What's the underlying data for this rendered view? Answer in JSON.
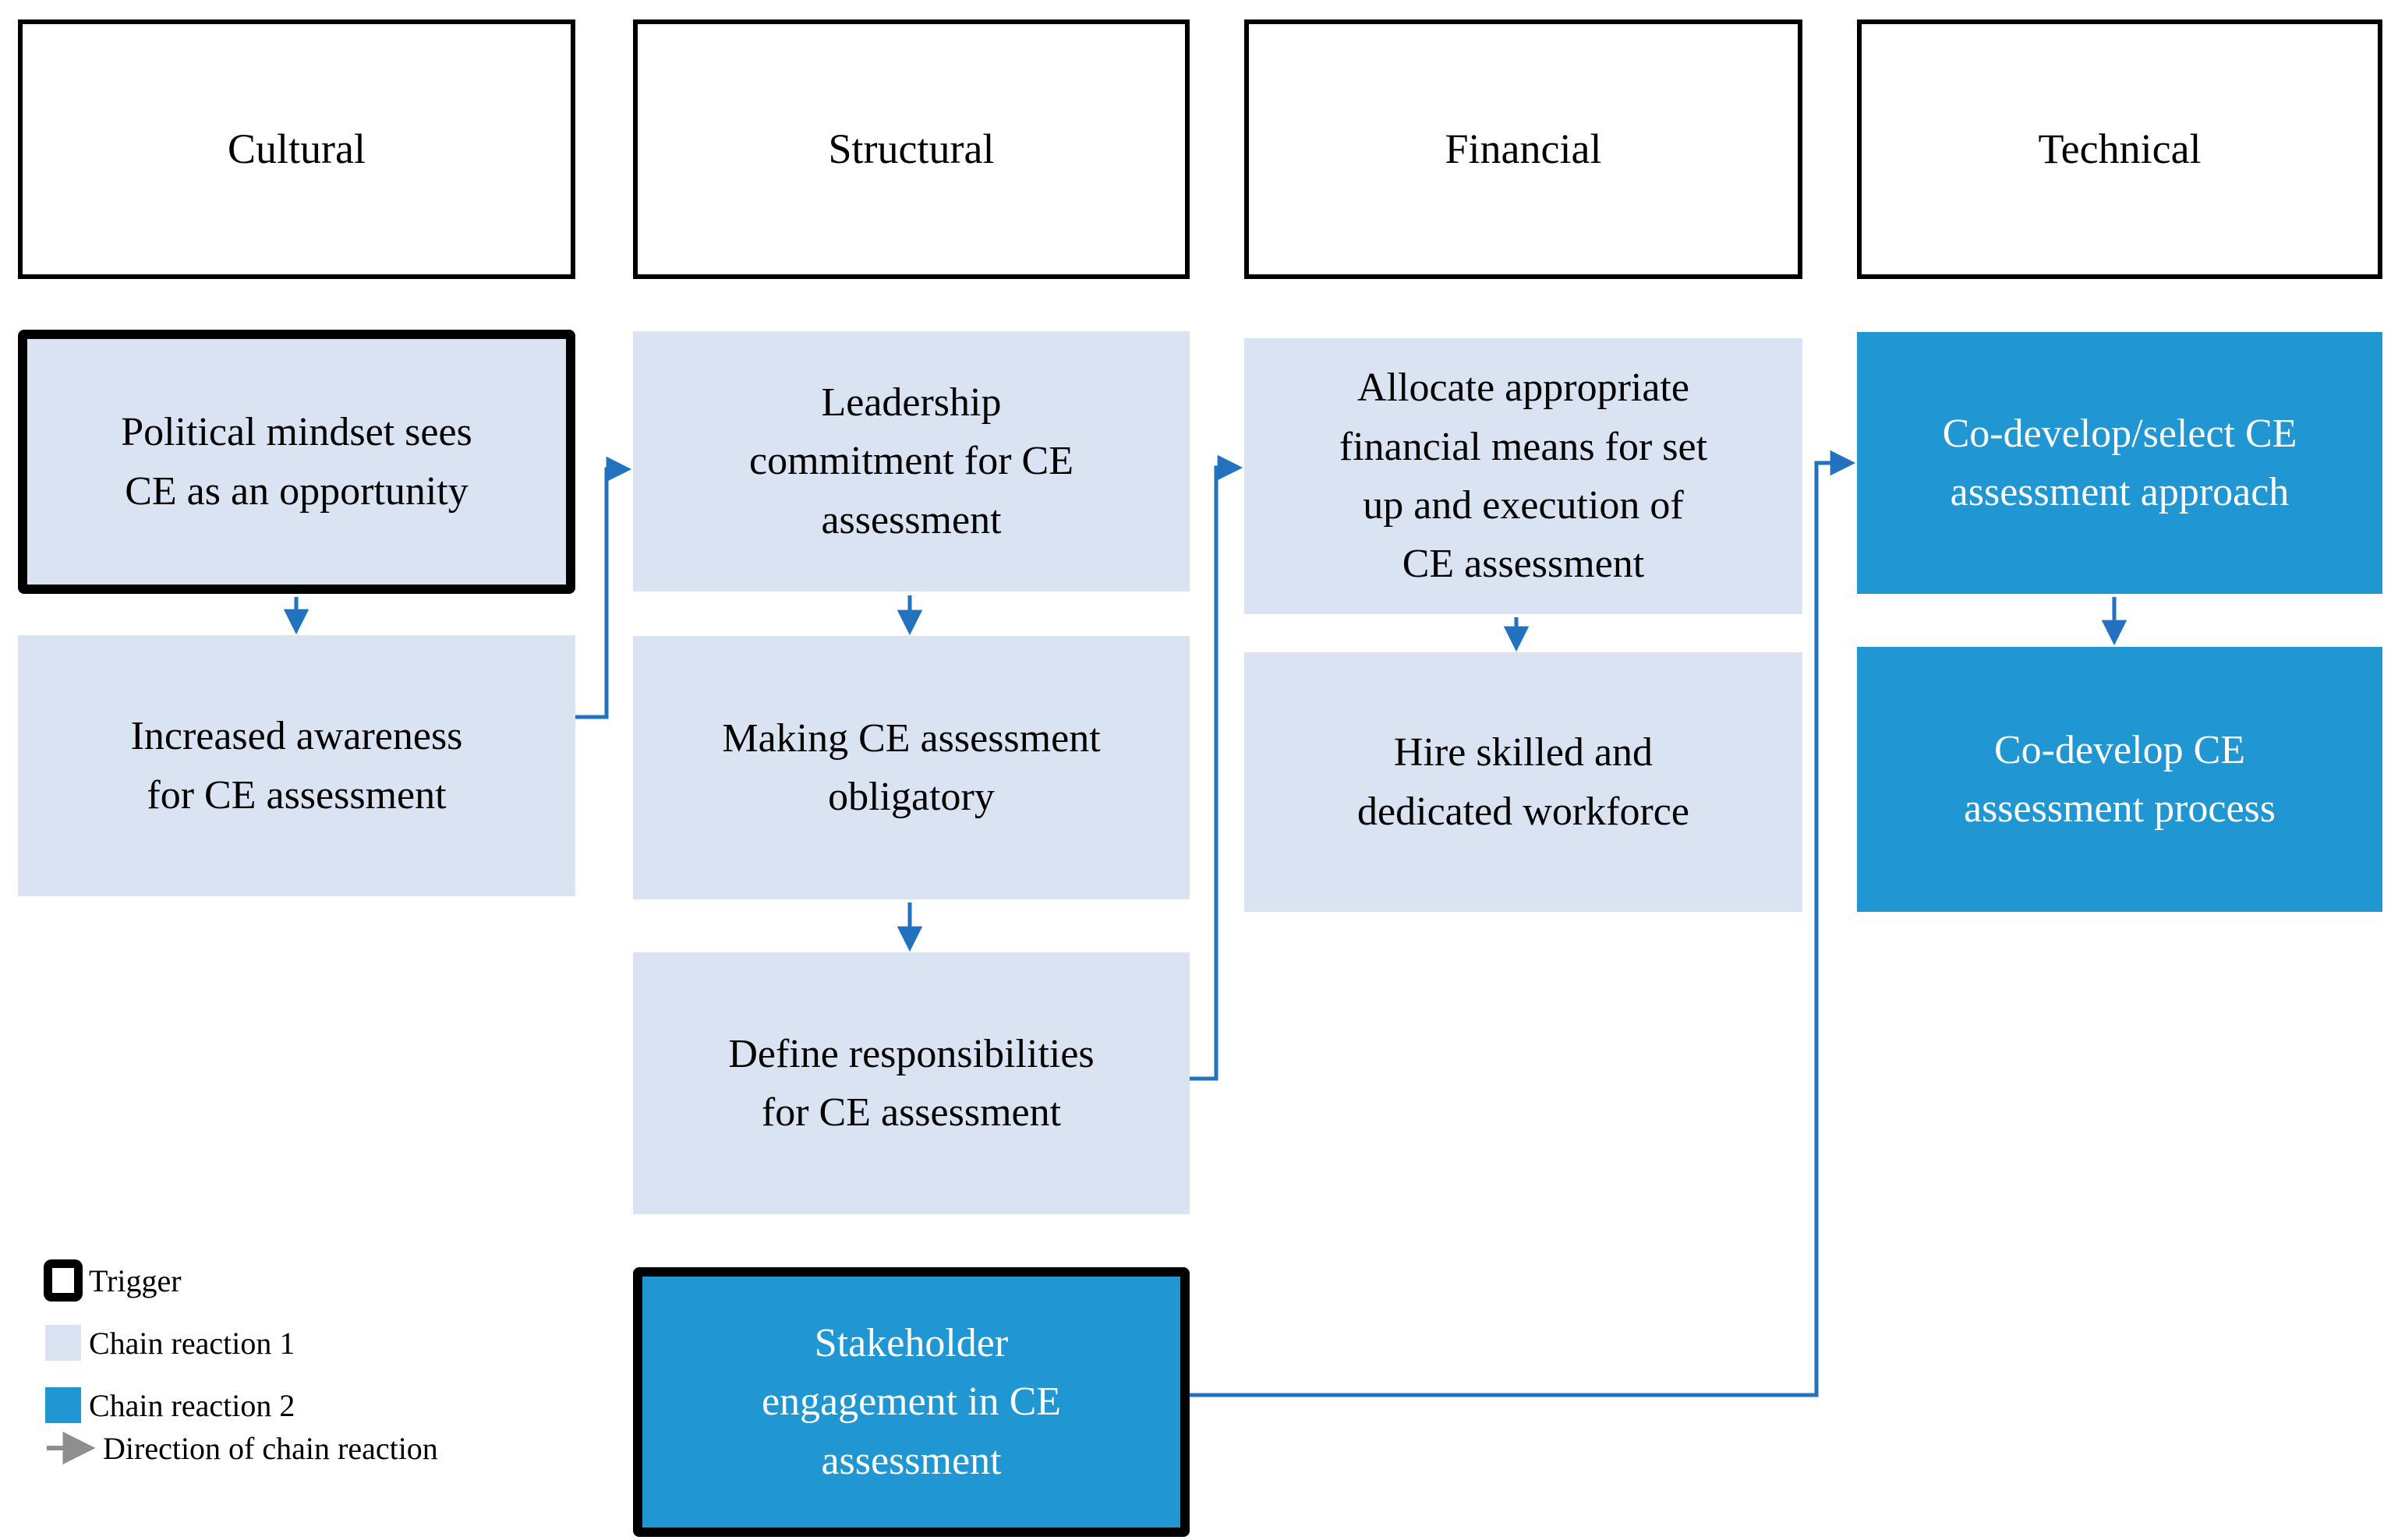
{
  "headers": {
    "cultural": "Cultural",
    "structural": "Structural",
    "financial": "Financial",
    "technical": "Technical"
  },
  "boxes": {
    "political": {
      "lines": [
        "Political mindset sees",
        "CE as an opportunity"
      ],
      "role": "trigger, chain reaction 1"
    },
    "increased": {
      "lines": [
        "Increased awareness",
        "for CE assessment"
      ],
      "role": "chain reaction 1"
    },
    "leadership": {
      "lines": [
        "Leadership",
        "commitment for CE",
        "assessment"
      ],
      "role": "chain reaction 1"
    },
    "making": {
      "lines": [
        "Making CE assessment",
        "obligatory"
      ],
      "role": "chain reaction 1"
    },
    "define": {
      "lines": [
        "Define responsibilities",
        "for CE assessment"
      ],
      "role": "chain reaction 1"
    },
    "stakeholder": {
      "lines": [
        "Stakeholder",
        "engagement in CE",
        "assessment"
      ],
      "role": "trigger, chain reaction 2"
    },
    "allocate": {
      "lines": [
        "Allocate appropriate",
        "financial means for set",
        "up and execution of",
        "CE assessment"
      ],
      "role": "chain reaction 1"
    },
    "hire": {
      "lines": [
        "Hire skilled and",
        "dedicated workforce"
      ],
      "role": "chain reaction 1"
    },
    "codevelop_select": {
      "lines": [
        "Co-develop/select CE",
        "assessment approach"
      ],
      "role": "chain reaction 2"
    },
    "codevelop_process": {
      "lines": [
        "Co-develop CE",
        "assessment process"
      ],
      "role": "chain reaction 2"
    }
  },
  "legend": {
    "trigger": "Trigger",
    "chain1": "Chain reaction 1",
    "chain2": "Chain reaction 2",
    "direction": "Direction of chain reaction"
  },
  "colors": {
    "chain1_fill": "#d9e3f2",
    "chain2_fill": "#2097d3",
    "connector_blue": "#2372bf",
    "trigger_border": "#000000",
    "header_border": "#000000",
    "direction_arrow_gray": "#8e8e8e",
    "chain2_text": "#ffffff"
  }
}
